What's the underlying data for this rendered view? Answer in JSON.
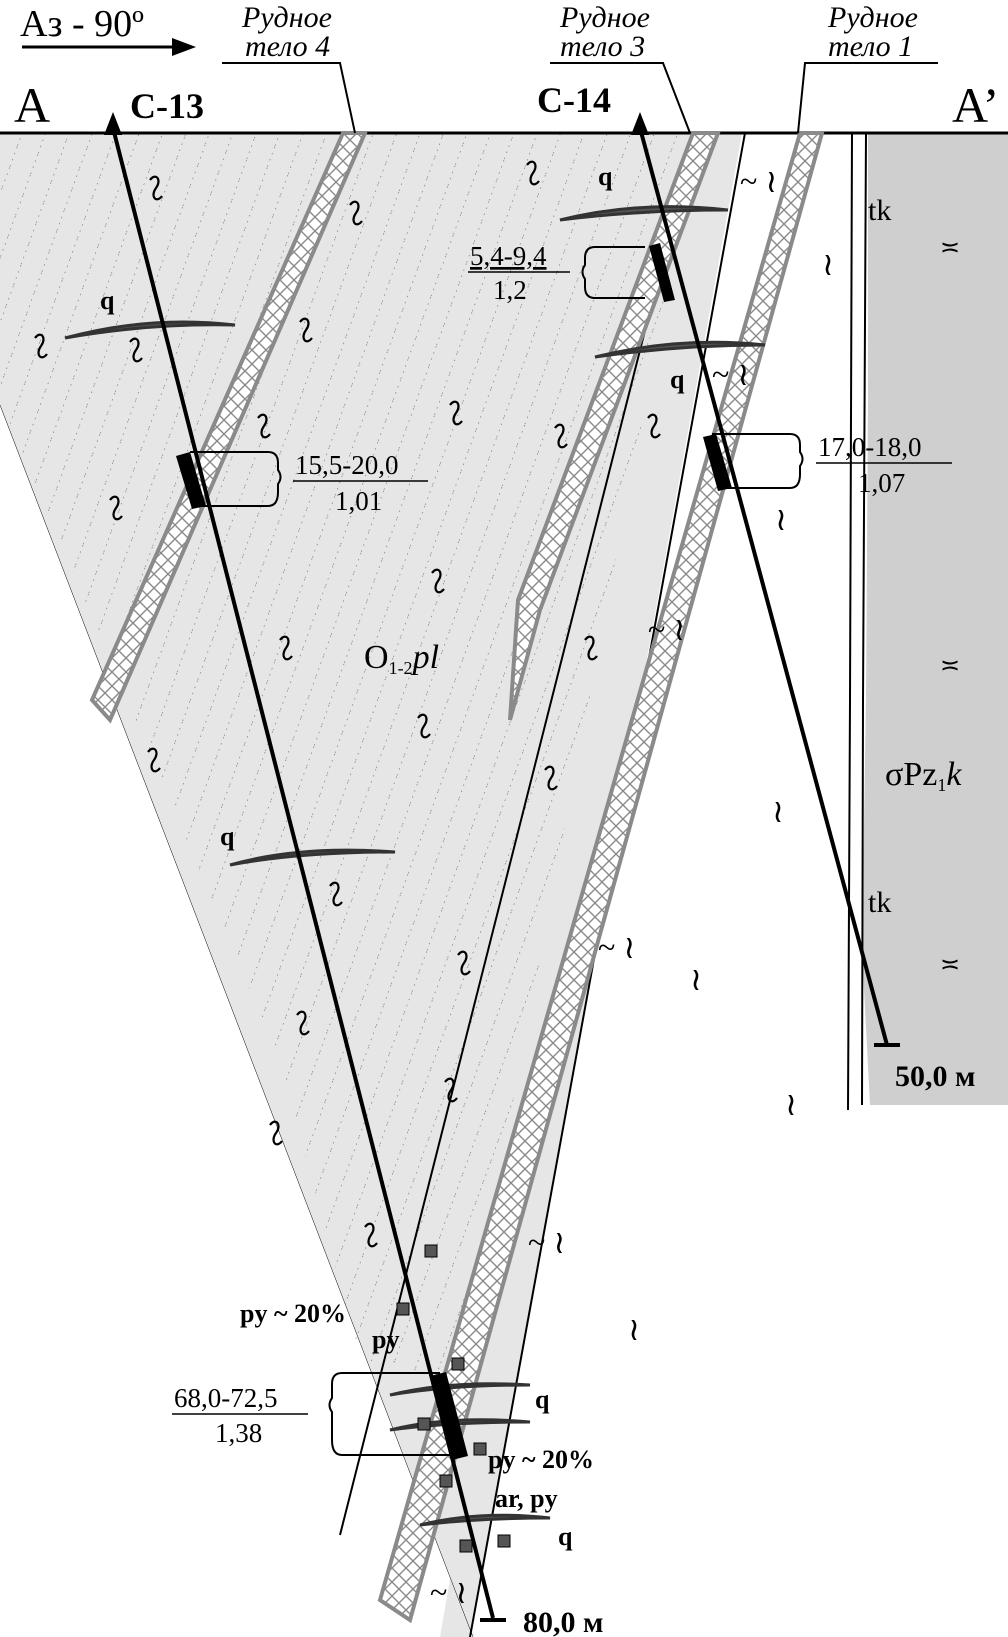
{
  "header": {
    "azimuth": "Аз - 90º",
    "section_start": "A",
    "section_end": "A’"
  },
  "ore_bodies": [
    {
      "line1": "Рудное",
      "line2": "тело 4"
    },
    {
      "line1": "Рудное",
      "line2": "тело 3"
    },
    {
      "line1": "Рудное",
      "line2": "тело 1"
    }
  ],
  "wells": [
    {
      "name": "С-13",
      "depth_label": "80,0 м"
    },
    {
      "name": "С-14",
      "depth_label": "50,0 м"
    }
  ],
  "intervals": [
    {
      "range": "5,4-9,4",
      "value": "1,2"
    },
    {
      "range": "15,5-20,0",
      "value": "1,01"
    },
    {
      "range": "17,0-18,0",
      "value": "1,07"
    },
    {
      "range": "68,0-72,5",
      "value": "1,38"
    }
  ],
  "formations": {
    "main_prefix": "O",
    "main_sub": "1-2",
    "main_suffix": "pl",
    "right_prefix": "σPz",
    "right_sub": "1",
    "right_suffix": "k"
  },
  "mineral_labels": {
    "quartz": "q",
    "pyrite_20": "py ~ 20%",
    "pyrite": "py",
    "arsenopyrite_pyrite": "ar, py",
    "contact": "tk",
    "schist_symbol": "~ ≀",
    "lens_symbol": "≀"
  },
  "colors": {
    "background": "#ffffff",
    "section_fill": "#e6e6e6",
    "serpentinite_fill": "#cfcfcf",
    "ore_zone_stroke": "#8a8a8a",
    "line": "#000000",
    "quartz_vein": "#555555"
  }
}
